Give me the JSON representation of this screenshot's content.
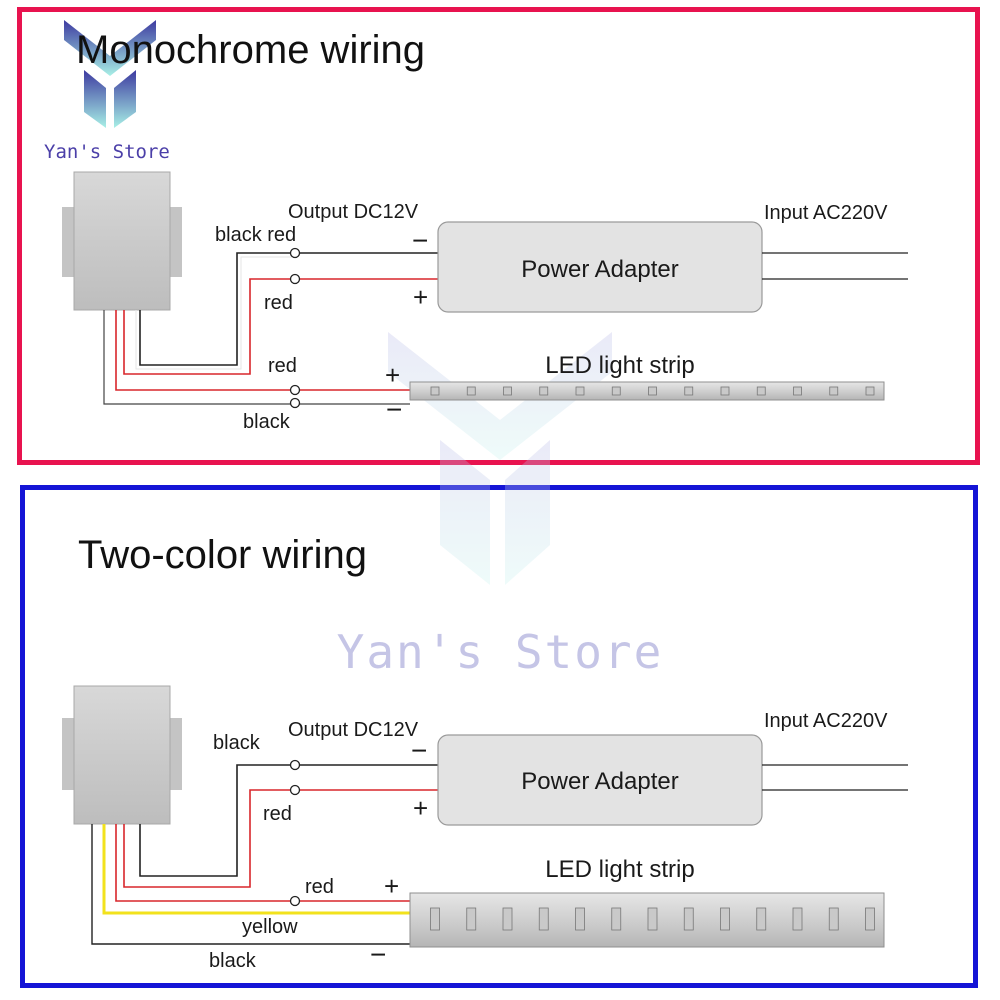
{
  "watermark": {
    "brand_small": "Yan's Store",
    "brand_large": "Yan's Store"
  },
  "mono": {
    "title": "Monochrome wiring",
    "output_label": "Output DC12V",
    "input_label": "Input AC220V",
    "adapter_label": "Power Adapter",
    "strip_label": "LED light strip",
    "wire_black_red": "black red",
    "wire_red_top": "red",
    "wire_red_strip": "red",
    "wire_black_strip": "black",
    "adapter_minus": "−",
    "adapter_plus": "+",
    "strip_plus": "+",
    "strip_minus": "−",
    "wire_colors": {
      "red": "#d9262b",
      "black": "#222222"
    }
  },
  "two": {
    "title": "Two-color wiring",
    "output_label": "Output DC12V",
    "input_label": "Input AC220V",
    "adapter_label": "Power Adapter",
    "strip_label": "LED light strip",
    "wire_black_top": "black",
    "wire_red_top": "red",
    "wire_red_strip": "red",
    "wire_yellow_strip": "yellow",
    "wire_black_strip": "black",
    "adapter_minus": "−",
    "adapter_plus": "+",
    "strip_plus": "+",
    "strip_minus": "−",
    "wire_colors": {
      "red": "#d9262b",
      "black": "#222222",
      "yellow": "#f2e21c"
    }
  },
  "colors": {
    "mono_border": "#e8134f",
    "two_border": "#1414d6",
    "logo_purple": "#4b3fa8",
    "logo_teal": "#9fe8e2"
  }
}
